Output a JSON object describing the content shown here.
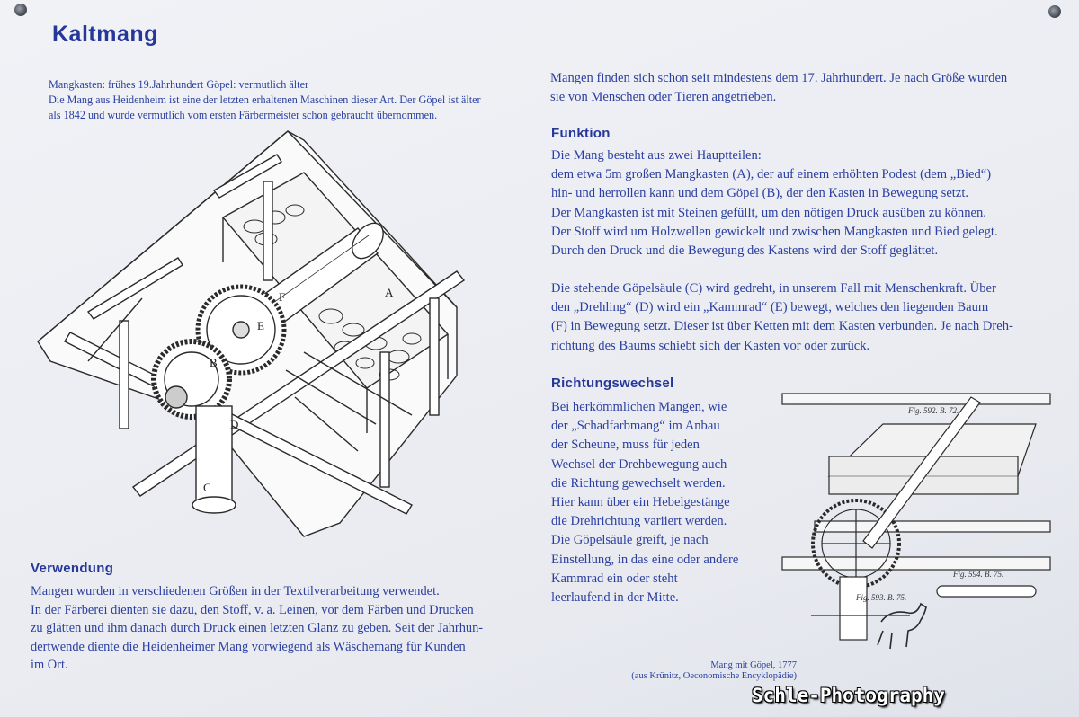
{
  "title": "Kaltmang",
  "intro": {
    "dates_line": "Mangkasten: frühes 19.Jahrhundert    Göpel: vermutlich älter",
    "line2": "Die Mang aus Heidenheim ist eine der letzten erhaltenen Maschinen dieser Art. Der Göpel ist älter",
    "line3": "als 1842 und wurde vermutlich vom ersten Färbermeister schon gebraucht übernommen."
  },
  "illustration_left": {
    "labels": {
      "a": "A",
      "b": "B",
      "c": "C",
      "d": "D",
      "e": "E",
      "f": "F"
    }
  },
  "verwendung": {
    "heading": "Verwendung",
    "text": "Mangen wurden in verschiedenen Größen in der Textilverarbeitung verwendet.\nIn der Färberei dienten sie dazu, den Stoff, v. a. Leinen, vor dem Färben und Drucken\nzu glätten und ihm danach durch Druck einen letzten Glanz zu geben. Seit der Jahrhun-\ndertwende diente die Heidenheimer Mang vorwiegend als Wäschemang für Kunden\nim Ort."
  },
  "history": {
    "text": "Mangen finden sich schon seit mindestens dem 17. Jahrhundert. Je nach Größe wurden\nsie von Menschen oder Tieren angetrieben."
  },
  "funktion": {
    "heading": "Funktion",
    "text1": "Die Mang besteht aus zwei Hauptteilen:\ndem etwa 5m großen Mangkasten (A), der auf einem erhöhten Podest (dem „Bied“)\nhin- und herrollen kann und dem Göpel (B), der den Kasten in Bewegung setzt.\nDer Mangkasten ist mit Steinen gefüllt, um den nötigen Druck ausüben zu können.\nDer Stoff wird um Holzwellen gewickelt und zwischen Mangkasten und Bied gelegt.\nDurch den Druck und die Bewegung des Kastens wird der Stoff geglättet.",
    "text2": "Die stehende Göpelsäule (C) wird gedreht, in unserem Fall mit Menschenkraft. Über\nden „Drehling“ (D) wird ein „Kammrad“ (E) bewegt, welches den liegenden Baum\n(F) in Bewegung setzt. Dieser ist über Ketten mit dem Kasten verbunden. Je nach Dreh-\nrichtung des Baums schiebt sich der Kasten vor oder zurück."
  },
  "richtungswechsel": {
    "heading": "Richtungswechsel",
    "text": "Bei herkömmlichen Mangen, wie\nder „Schadfarbmang“ im Anbau\nder Scheune, muss für jeden\nWechsel der Drehbewegung auch\ndie Richtung gewechselt werden.\nHier kann über ein Hebelgestänge\ndie Drehrichtung variiert werden.\nDie Göpelsäule greift, je nach\nEinstellung, in das eine oder andere\nKammrad ein oder steht\nleerlaufend in der Mitte."
  },
  "illustration_right": {
    "fig1": "Fig. 592. B. 72.",
    "fig2": "Fig. 594. B. 75.",
    "fig3": "Fig. 593. B. 75."
  },
  "caption": {
    "line1": "Mang mit Göpel, 1777",
    "line2": "(aus Krünitz, Oeconomische Encyklopädie)"
  },
  "watermark": "Schle-Photography"
}
